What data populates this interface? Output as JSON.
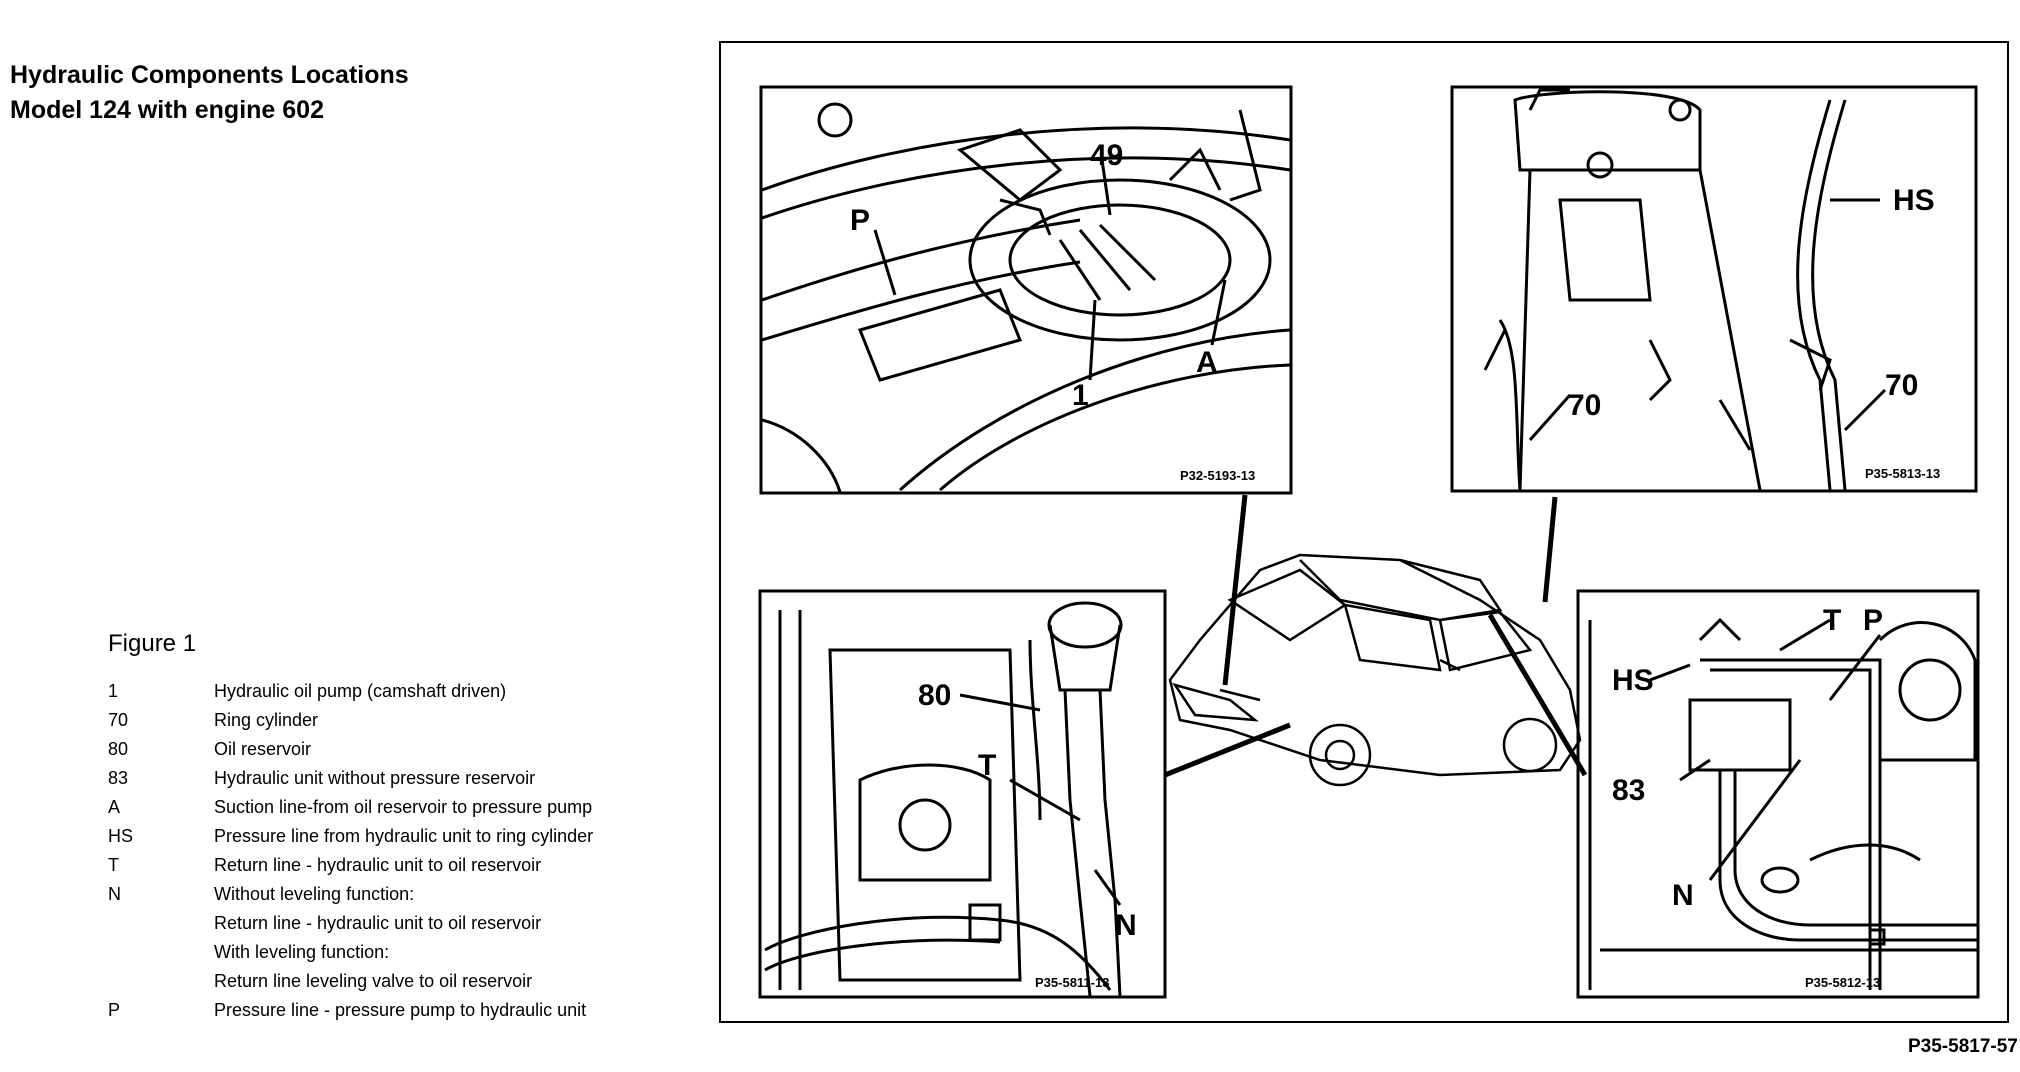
{
  "header": {
    "title_line1": "Hydraulic Components Locations",
    "title_line2": "Model 124 with engine 602"
  },
  "figure": {
    "caption": "Figure 1",
    "legend": [
      {
        "key": "1",
        "text": "Hydraulic oil pump (camshaft driven)"
      },
      {
        "key": "70",
        "text": "Ring cylinder"
      },
      {
        "key": "80",
        "text": "Oil reservoir"
      },
      {
        "key": "83",
        "text": "Hydraulic unit without pressure reservoir"
      },
      {
        "key": "A",
        "text": "Suction line-from oil reservoir to pressure pump"
      },
      {
        "key": "HS",
        "text": "Pressure line from hydraulic unit to ring cylinder"
      },
      {
        "key": "T",
        "text": "Return line - hydraulic unit to oil reservoir"
      },
      {
        "key": "N",
        "text": "Without leveling function:"
      },
      {
        "key": "",
        "text": "Return line - hydraulic unit to oil reservoir"
      },
      {
        "key": "",
        "text": "With leveling function:"
      },
      {
        "key": "",
        "text": "Return line   leveling valve to oil reservoir"
      },
      {
        "key": "P",
        "text": "Pressure line - pressure pump to hydraulic unit"
      }
    ]
  },
  "panels": {
    "top_left": {
      "id": "P32-5193-13",
      "labels": [
        "49",
        "P",
        "1",
        "A"
      ]
    },
    "top_right": {
      "id": "P35-5813-13",
      "labels": [
        "HS",
        "70",
        "70"
      ]
    },
    "bottom_left": {
      "id": "P35-5811-13",
      "labels": [
        "80",
        "T",
        "N"
      ]
    },
    "bottom_right": {
      "id": "P35-5812-13",
      "labels": [
        "T",
        "P",
        "HS",
        "83",
        "N"
      ]
    }
  },
  "footer": {
    "figure_id": "P35-5817-57"
  }
}
